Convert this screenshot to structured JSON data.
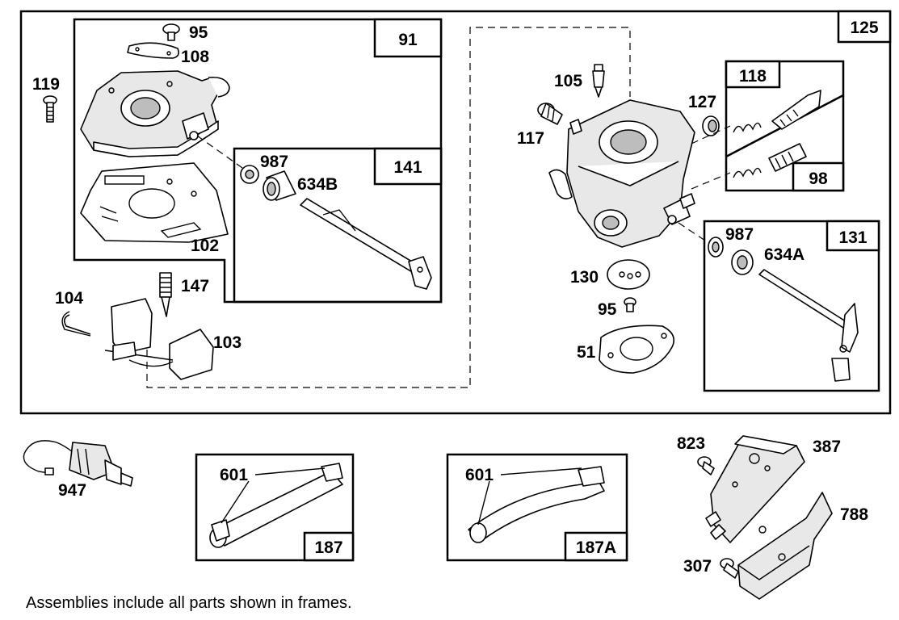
{
  "frames": {
    "f125": "125",
    "f91": "91",
    "f141": "141",
    "f118": "118",
    "f98": "98",
    "f131": "131",
    "f187": "187",
    "f187a": "187A"
  },
  "parts": {
    "p95a": "95",
    "p108": "108",
    "p119": "119",
    "p987a": "987",
    "p634b": "634B",
    "p102": "102",
    "p147": "147",
    "p104": "104",
    "p103": "103",
    "p105": "105",
    "p127": "127",
    "p117": "117",
    "p987b": "987",
    "p634a": "634A",
    "p130": "130",
    "p95b": "95",
    "p51": "51",
    "p947": "947",
    "p601a": "601",
    "p601b": "601",
    "p823": "823",
    "p387": "387",
    "p788": "788",
    "p307": "307"
  },
  "footnote": "Assemblies include all parts shown in frames."
}
